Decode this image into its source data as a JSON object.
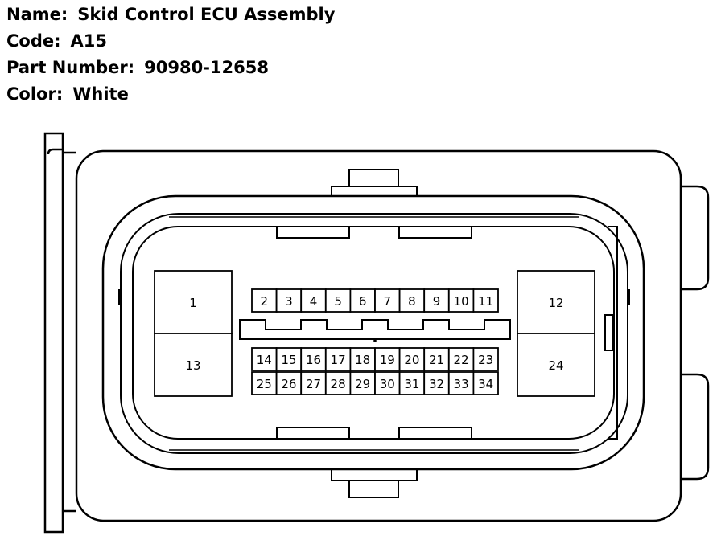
{
  "info": {
    "name_label": "Name:",
    "name_value": "Skid Control ECU Assembly",
    "code_label": "Code:",
    "code_value": "A15",
    "part_label": "Part Number:",
    "part_value": "90980-12658",
    "color_label": "Color:",
    "color_value": "White"
  },
  "connector": {
    "large_pins": [
      "1",
      "13",
      "12",
      "24"
    ],
    "top_row": [
      "2",
      "3",
      "4",
      "5",
      "6",
      "7",
      "8",
      "9",
      "10",
      "11"
    ],
    "mid_row": [
      "14",
      "15",
      "16",
      "17",
      "18",
      "19",
      "20",
      "21",
      "22",
      "23"
    ],
    "bot_row": [
      "25",
      "26",
      "27",
      "28",
      "29",
      "30",
      "31",
      "32",
      "33",
      "34"
    ]
  }
}
